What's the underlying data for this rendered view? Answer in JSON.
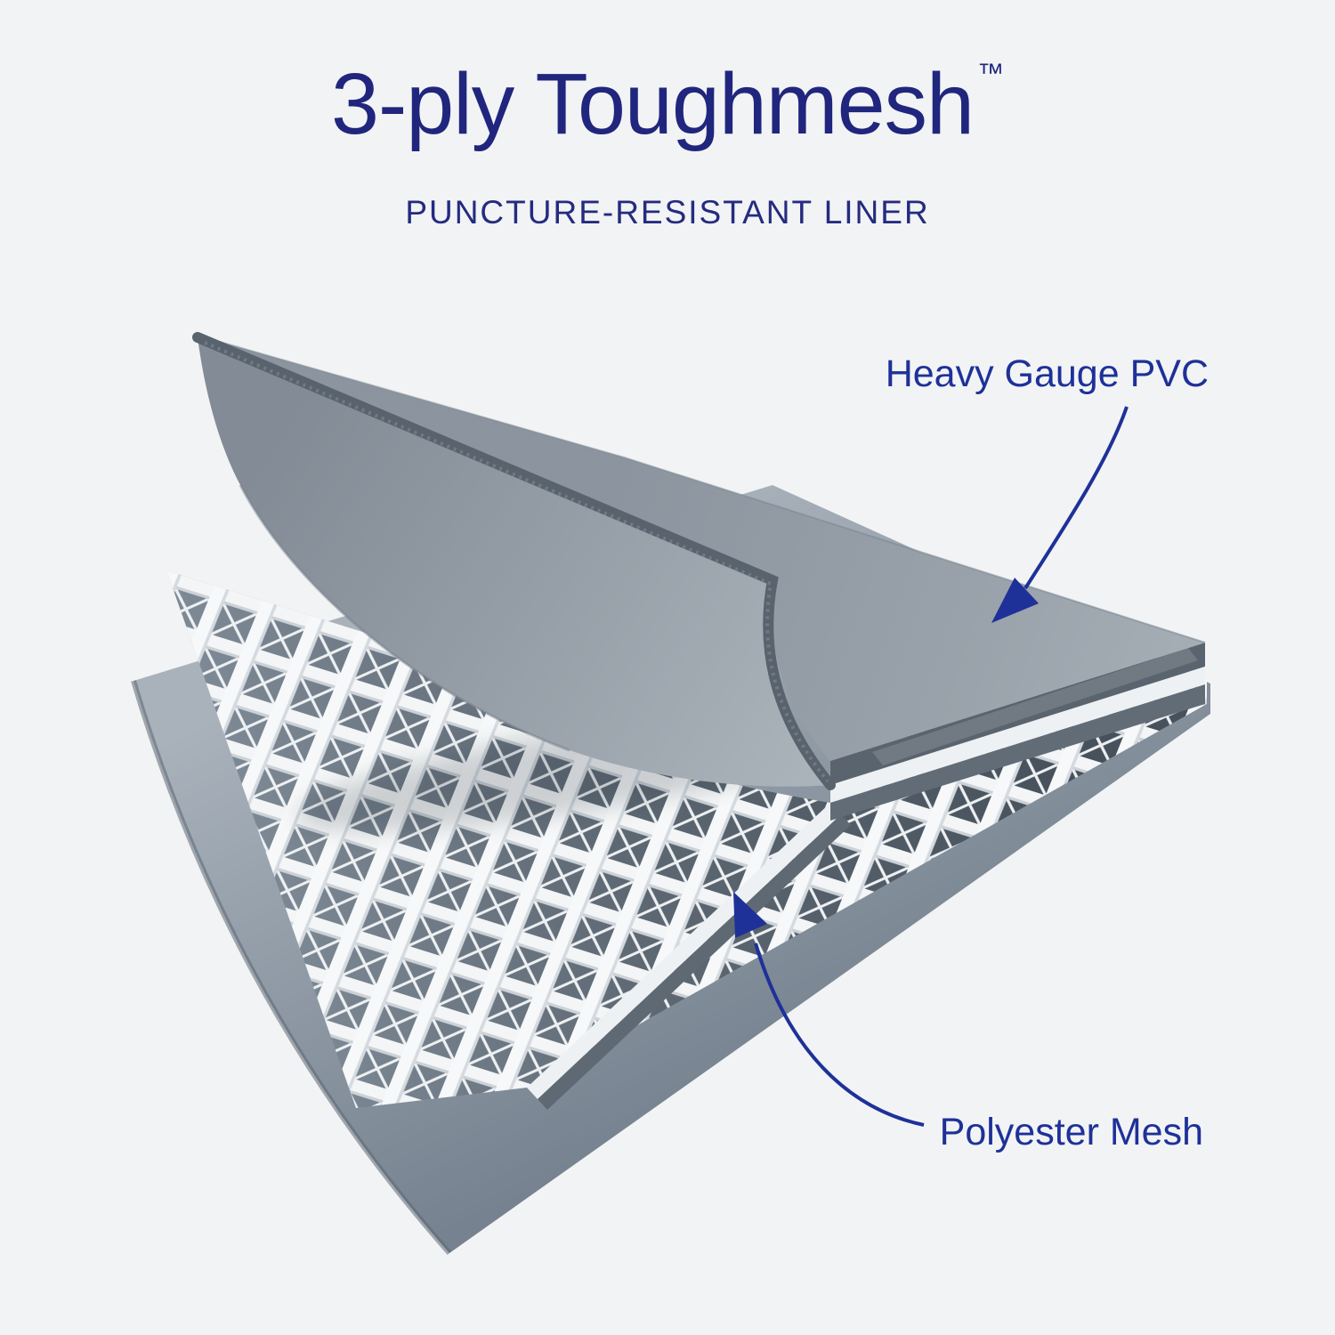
{
  "background_color": "#f2f3f4",
  "header": {
    "title": "3-ply Toughmesh",
    "trademark": "™",
    "subtitle": "PUNCTURE-RESISTANT LINER",
    "title_color": "#20267d"
  },
  "callouts": {
    "pvc_label": "Heavy Gauge PVC",
    "mesh_label": "Polyester Mesh",
    "label_color": "#1e3199"
  },
  "diagram": {
    "layer_names": [
      "heavy-gauge-pvc-top-sheet",
      "polyester-mesh-core",
      "pvc-base-sheet"
    ],
    "colors": {
      "accent_navy": "#1e3199",
      "pvc_gray": "#9aa2ab",
      "pvc_edge_dark": "#5a646e",
      "mesh_white": "#f3f5f6",
      "mesh_shadow": "#47525d",
      "base_gray": "#8b96a2"
    }
  }
}
